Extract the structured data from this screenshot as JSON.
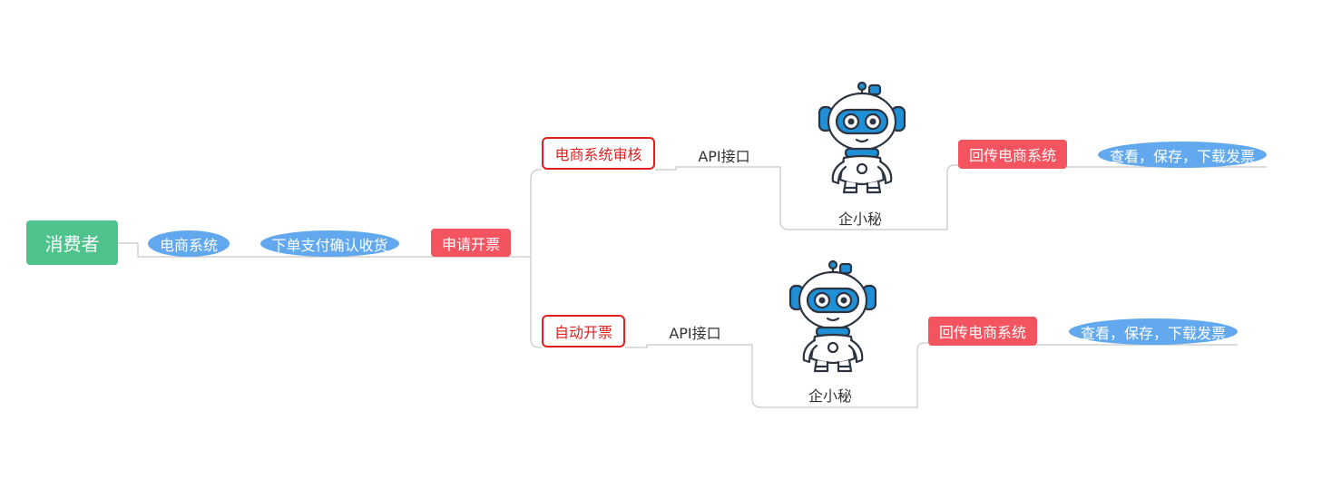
{
  "colors": {
    "root": "#4fc38c",
    "pill": "#62a8ee",
    "red": "#f4545f",
    "outline": "#e02020",
    "line": "#c8c8c8",
    "robot_blue": "#1f8fd6",
    "robot_outline": "#2b3440"
  },
  "root": {
    "label": "消费者"
  },
  "trunk": [
    {
      "label": "电商系统"
    },
    {
      "label": "下单支付确认收货"
    },
    {
      "label": "申请开票"
    }
  ],
  "branches": [
    {
      "label": "电商系统审核",
      "api_label": "API接口",
      "robot_label": "企小秘",
      "robot_icon": "robot-icon",
      "return_label": "回传电商系统",
      "final_label": "查看，保存，下载发票"
    },
    {
      "label": "自动开票",
      "api_label": "API接口",
      "robot_label": "企小秘",
      "robot_icon": "robot-icon",
      "return_label": "回传电商系统",
      "final_label": "查看，保存，下载发票"
    }
  ]
}
